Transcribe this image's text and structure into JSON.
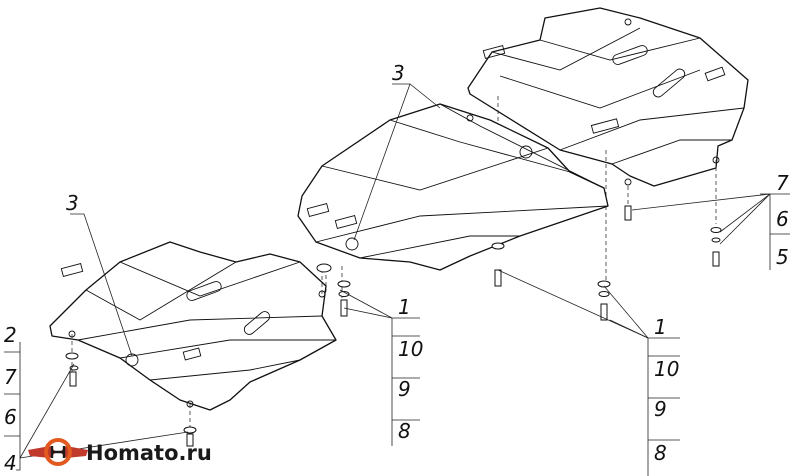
{
  "callouts": {
    "top_left": "3",
    "top_center": "3",
    "col_left": [
      "2",
      "7",
      "6",
      "4"
    ],
    "col_mid": [
      "1",
      "10",
      "9",
      "8"
    ],
    "col_right_bottom": [
      "1",
      "10",
      "9",
      "8"
    ],
    "col_right_top": [
      "7",
      "6",
      "5"
    ]
  },
  "logo": {
    "text": "Homato.ru",
    "colors": {
      "ring": "#e25a1f",
      "wing": "#c0392b"
    }
  }
}
